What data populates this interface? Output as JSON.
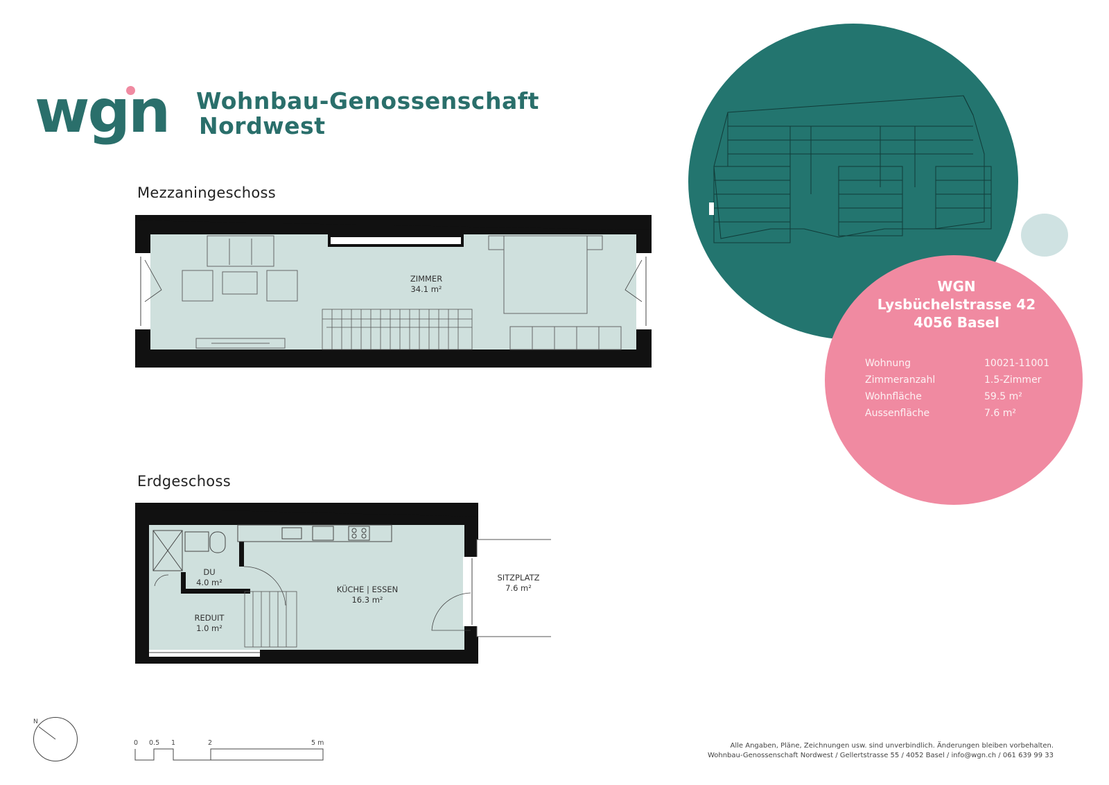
{
  "logo": {
    "text": "wgn"
  },
  "org": {
    "line1": "Wohnbau-Genossenschaft",
    "line2": "Nordwest"
  },
  "floors": {
    "mezzanine": {
      "title": "Mezzaningeschoss",
      "rooms": [
        {
          "name": "ZIMMER",
          "area": "34.1 m²"
        }
      ]
    },
    "ground": {
      "title": "Erdgeschoss",
      "rooms": [
        {
          "name": "DU",
          "area": "4.0 m²"
        },
        {
          "name": "REDUIT",
          "area": "1.0 m²"
        },
        {
          "name": "KÜCHE | ESSEN",
          "area": "16.3 m²"
        },
        {
          "name": "SITZPLATZ",
          "area": "7.6 m²"
        }
      ]
    }
  },
  "info": {
    "title_line1": "WGN",
    "title_line2": "Lysbüchelstrasse 42",
    "title_line3": "4056 Basel",
    "rows": [
      {
        "label": "Wohnung",
        "value": "10021-11001"
      },
      {
        "label": "Zimmeranzahl",
        "value": "1.5-Zimmer"
      },
      {
        "label": "Wohnfläche",
        "value": "59.5 m²"
      },
      {
        "label": "Aussenfläche",
        "value": "7.6 m²"
      }
    ]
  },
  "colors": {
    "teal": "#23756f",
    "pink": "#f08aa1",
    "light_blue": "#cfe2e2",
    "room_fill": "#cfe0dd"
  },
  "compass": {
    "label": "N"
  },
  "scale_bar": {
    "labels": [
      "0",
      "0.5",
      "1",
      "2",
      "5 m"
    ]
  },
  "footer": {
    "line1": "Alle Angaben, Pläne, Zeichnungen usw. sind unverbindlich. Änderungen bleiben vorbehalten.",
    "line2": "Wohnbau-Genossenschaft Nordwest / Gellertstrasse 55 / 4052 Basel / info@wgn.ch / 061 639 99 33"
  }
}
